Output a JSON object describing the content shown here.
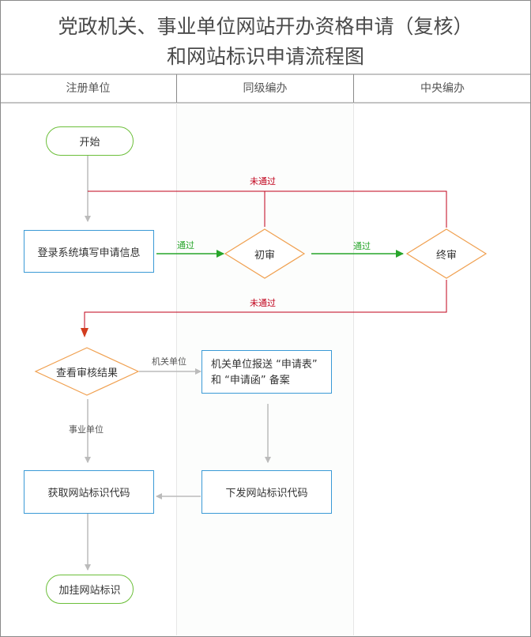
{
  "title": {
    "line1": "党政机关、事业单位网站开办资格申请（复核）",
    "line2": "和网站标识申请流程图"
  },
  "lanes": [
    "注册单位",
    "同级编办",
    "中央编办"
  ],
  "nodes": {
    "start": "开始",
    "register": "登录系统填写申请信息",
    "first_review": "初审",
    "final_review": "终审",
    "check_result": "查看审核结果",
    "report_line1": "机关单位报送 “申请表”",
    "report_line2": "和 “申请函” 备案",
    "issue_code": "下发网站标识代码",
    "get_code": "获取网站标识代码",
    "attach_logo": "加挂网站标识"
  },
  "edge_labels": {
    "fail_top": "未通过",
    "fail_bottom": "未通过",
    "pass1": "通过",
    "pass2": "通过",
    "gov_unit": "机关单位",
    "public_unit": "事业单位"
  },
  "colors": {
    "box_border": "#3a9ad6",
    "pill_border": "#6cbf3a",
    "diamond_border": "#f0a050",
    "pass_arrow": "#27a52a",
    "fail_line": "#c0001a",
    "flow_arrow": "#bbbbbb"
  }
}
